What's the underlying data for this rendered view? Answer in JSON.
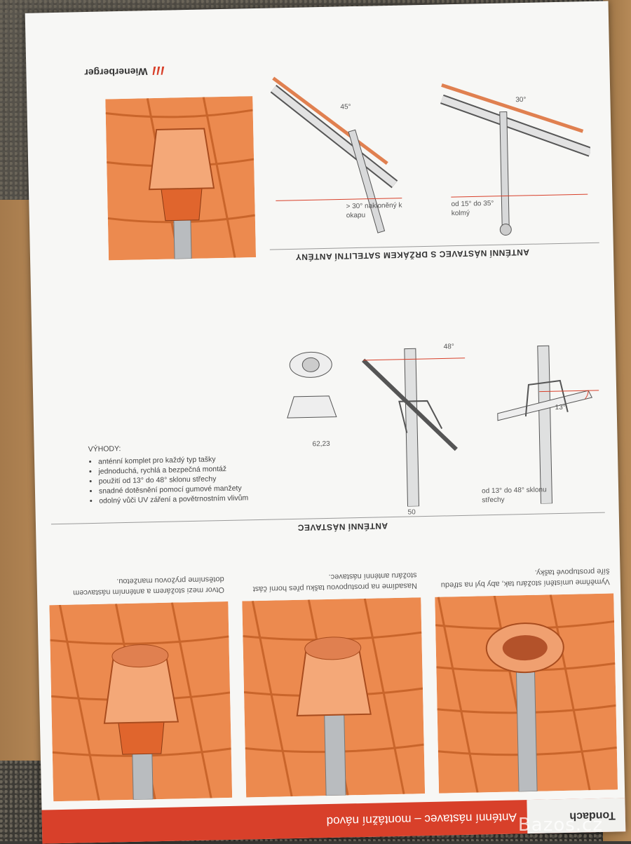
{
  "footer": {
    "brand": "Tondach",
    "title": "Anténní nástavec – montážní návod"
  },
  "steps": [
    {
      "text": "Vyměňme umístění stožáru tak, aby byl na středu šíře prostupové tašky."
    },
    {
      "text": "Nasadíme na prostupovou tašku přes horní část stožáru anténní nástavec."
    },
    {
      "text": "Otvor mezi stožárem a anténním nástavcem dotěsníme pryžovou manžetou."
    }
  ],
  "section1": {
    "heading": "ANTÉNNÍ NÁSTAVEC",
    "advantages_title": "VÝHODY:",
    "advantages": [
      "anténní komplet pro každý typ tašky",
      "jednoduchá, rychlá a bezpečná montáž",
      "použití od 13° do 48° sklonu střechy",
      "snadné dotěsnění pomocí gumové manžety",
      "odolný vůči UV záření a povětrnostním vlivům"
    ],
    "dim_width": "62,23",
    "dim_pipe": "50",
    "slope_range": "od 13° do 48° sklonu střechy",
    "angle_low": "13°",
    "angle_high": "48°"
  },
  "section2": {
    "heading": "ANTÉNNÍ NÁSTAVEC S DRŽÁKEM SATELITNÍ ANTÉNY",
    "left_note": "od 15° do 35° kolmý",
    "right_note": "> 30° nakloněný k okapu",
    "angle_left": "30°",
    "angle_right": "45°"
  },
  "logo": "Wienerberger",
  "watermark": "Bazos.cz",
  "colors": {
    "accent": "#d8402a",
    "tile": "#ec8a4f",
    "tile_dark": "#c9652b",
    "pipe": "#b9bcbf"
  }
}
